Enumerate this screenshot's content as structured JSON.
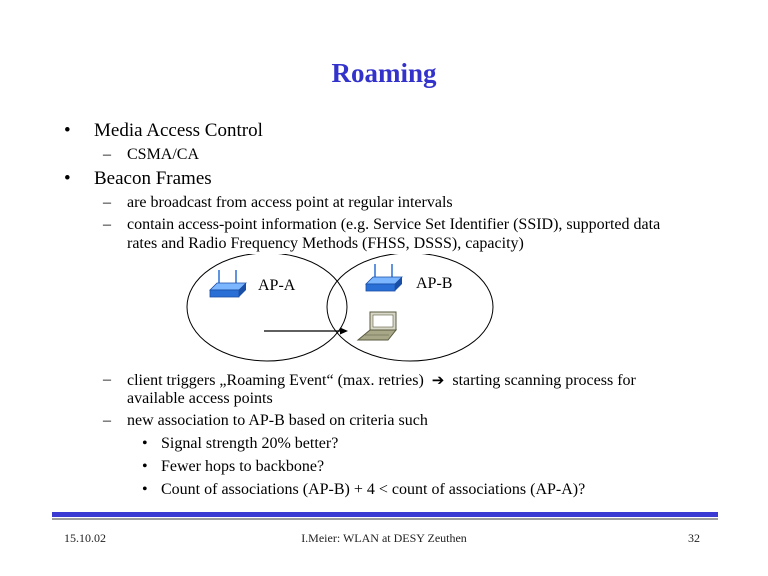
{
  "title": "Roaming",
  "bullets": {
    "mac": "Media Access Control",
    "mac_sub": "CSMA/CA",
    "beacon": "Beacon Frames",
    "beacon_sub1": "are broadcast from access point at regular intervals",
    "beacon_sub2_line1": "contain access-point information (e.g. Service Set Identifier (SSID), supported data",
    "beacon_sub2_line2": "rates and Radio Frequency Methods (FHSS, DSSS), capacity)",
    "roam_line1a": "client triggers „Roaming Event“ (max. retries)",
    "roam_line1b": "starting scanning process for",
    "roam_line2": "available access points",
    "assoc": "new association to AP-B based on criteria such",
    "criteria": [
      "Signal strength 20% better?",
      "Fewer hops to backbone?",
      "Count of associations (AP-B) + 4 < count of associations (AP-A)?"
    ]
  },
  "diagram": {
    "ap_a_label": "AP-A",
    "ap_b_label": "AP-B"
  },
  "footer": {
    "date": "15.10.02",
    "center": "I.Meier: WLAN at DESY Zeuthen",
    "page": "32"
  },
  "colors": {
    "title": "#3333cc",
    "rule": "#3b3bd3",
    "access_point": "#2a6fd6",
    "laptop": "#8b8b66"
  }
}
